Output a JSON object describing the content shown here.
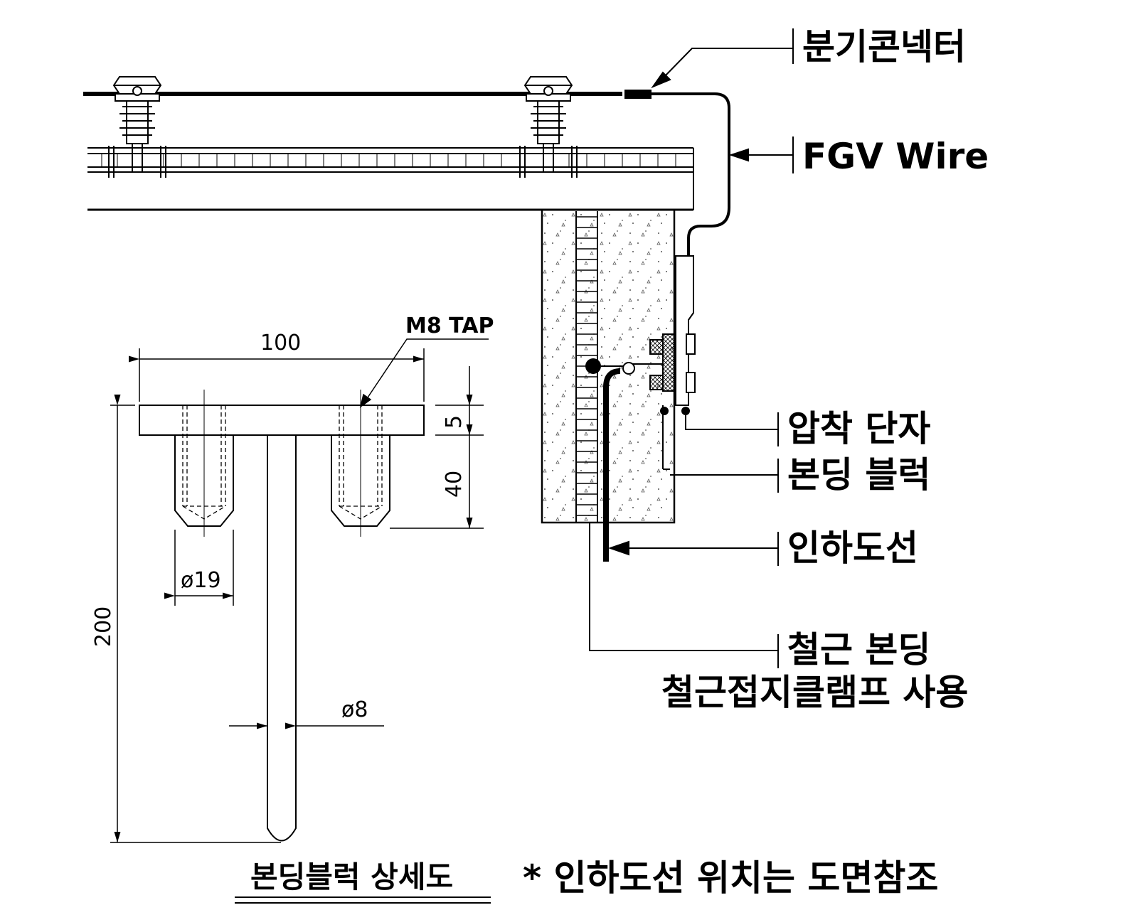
{
  "callouts": {
    "branch_connector": "분기콘넥터",
    "fgv_wire": "FGV Wire",
    "crimp_terminal": "압착 단자",
    "bonding_block": "본딩 블럭",
    "down_conductor": "인하도선",
    "rebar_bonding": "철근 본딩",
    "rebar_clamp": "철근접지클램프 사용"
  },
  "detail": {
    "title": "본딩블럭 상세도",
    "dim_width": "100",
    "tap": "M8 TAP",
    "dim_plate": "5",
    "dim_tap_depth": "40",
    "dim_height": "200",
    "dia_boss": "ø19",
    "dia_rod": "ø8"
  },
  "note": "* 인하도선 위치는 도면참조"
}
